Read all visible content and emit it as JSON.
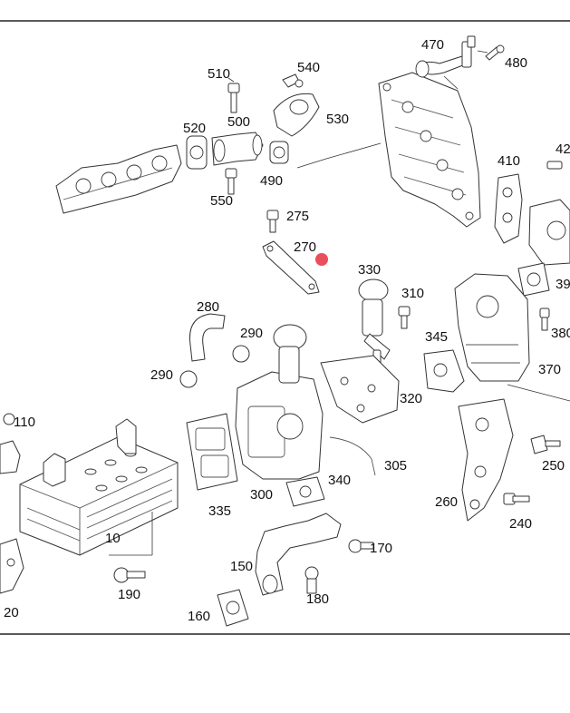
{
  "callouts": [
    {
      "id": "470",
      "label": "470"
    },
    {
      "id": "480",
      "label": "480"
    },
    {
      "id": "510",
      "label": "510"
    },
    {
      "id": "540",
      "label": "540"
    },
    {
      "id": "520",
      "label": "520"
    },
    {
      "id": "500",
      "label": "500"
    },
    {
      "id": "530",
      "label": "530"
    },
    {
      "id": "550",
      "label": "550"
    },
    {
      "id": "490",
      "label": "490"
    },
    {
      "id": "410",
      "label": "410"
    },
    {
      "id": "42x",
      "label": "42"
    },
    {
      "id": "275",
      "label": "275"
    },
    {
      "id": "270",
      "label": "270"
    },
    {
      "id": "330",
      "label": "330"
    },
    {
      "id": "310",
      "label": "310"
    },
    {
      "id": "39x",
      "label": "39"
    },
    {
      "id": "280",
      "label": "280"
    },
    {
      "id": "290a",
      "label": "290"
    },
    {
      "id": "345",
      "label": "345"
    },
    {
      "id": "380",
      "label": "380"
    },
    {
      "id": "290b",
      "label": "290"
    },
    {
      "id": "370",
      "label": "370"
    },
    {
      "id": "320",
      "label": "320"
    },
    {
      "id": "110",
      "label": "110"
    },
    {
      "id": "305",
      "label": "305"
    },
    {
      "id": "250",
      "label": "250"
    },
    {
      "id": "340",
      "label": "340"
    },
    {
      "id": "300",
      "label": "300"
    },
    {
      "id": "335",
      "label": "335"
    },
    {
      "id": "260",
      "label": "260"
    },
    {
      "id": "240",
      "label": "240"
    },
    {
      "id": "10",
      "label": "10"
    },
    {
      "id": "170",
      "label": "170"
    },
    {
      "id": "150",
      "label": "150"
    },
    {
      "id": "190",
      "label": "190"
    },
    {
      "id": "180",
      "label": "180"
    },
    {
      "id": "20x",
      "label": "20"
    },
    {
      "id": "160",
      "label": "160"
    }
  ],
  "marker_color": "#e8505b"
}
